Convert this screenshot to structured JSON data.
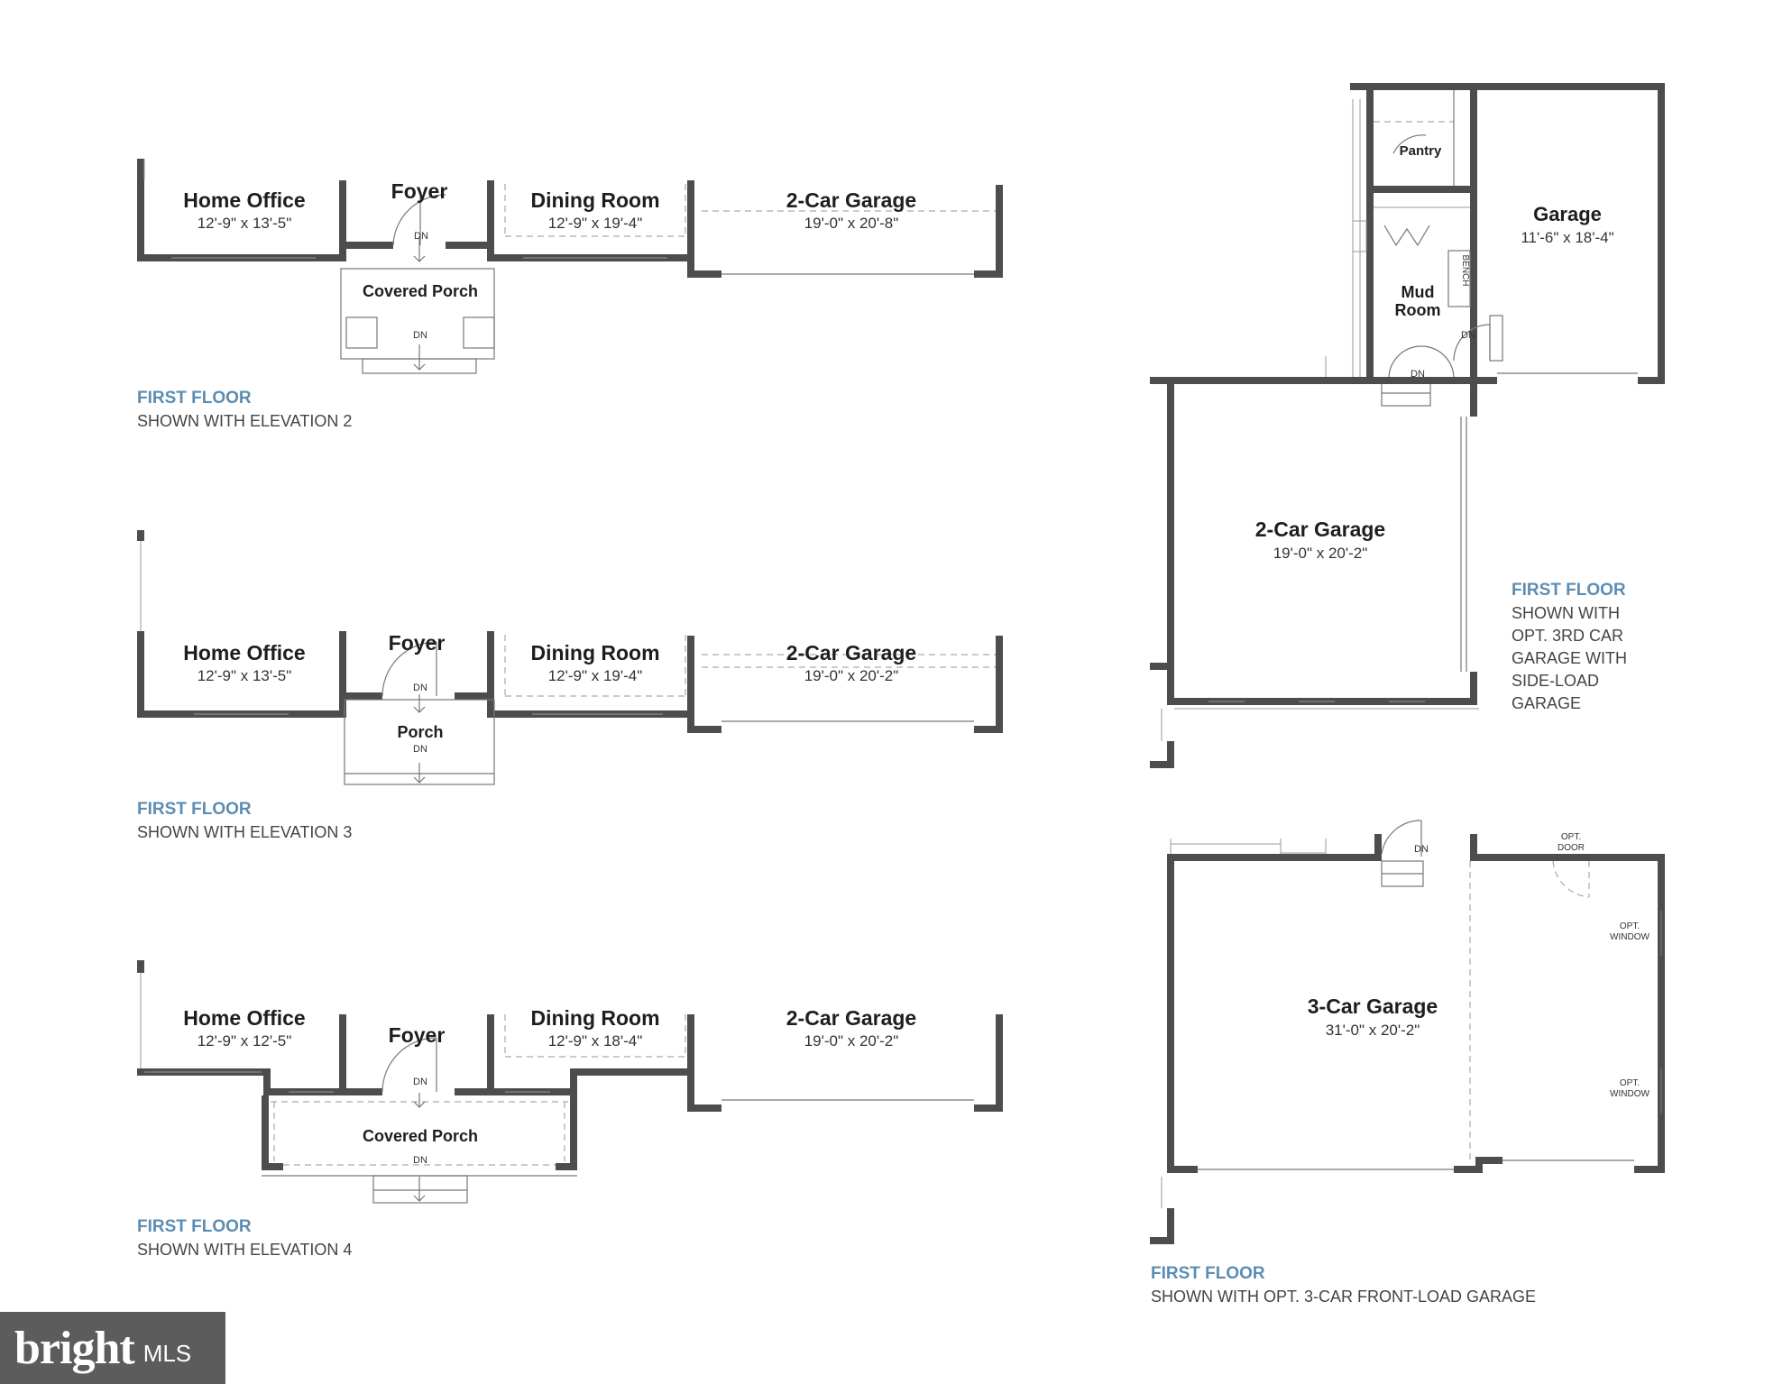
{
  "plans": {
    "elev2": {
      "home_office": {
        "name": "Home Office",
        "dim": "12'-9\" x 13'-5\""
      },
      "foyer": {
        "name": "Foyer",
        "dn": "DN"
      },
      "dining": {
        "name": "Dining Room",
        "dim": "12'-9\" x 19'-4\""
      },
      "garage": {
        "name": "2-Car Garage",
        "dim": "19'-0\" x 20'-8\""
      },
      "porch": {
        "name": "Covered Porch",
        "dn": "DN"
      },
      "caption_title": "FIRST FLOOR",
      "caption_sub": "SHOWN WITH ELEVATION 2"
    },
    "elev3": {
      "home_office": {
        "name": "Home Office",
        "dim": "12'-9\" x 13'-5\""
      },
      "foyer": {
        "name": "Foyer",
        "dn": "DN"
      },
      "dining": {
        "name": "Dining Room",
        "dim": "12'-9\" x 19'-4\""
      },
      "garage": {
        "name": "2-Car Garage",
        "dim": "19'-0\" x 20'-2\""
      },
      "porch": {
        "name": "Porch",
        "dn": "DN"
      },
      "caption_title": "FIRST FLOOR",
      "caption_sub": "SHOWN WITH ELEVATION 3"
    },
    "elev4": {
      "home_office": {
        "name": "Home Office",
        "dim": "12'-9\" x 12'-5\""
      },
      "foyer": {
        "name": "Foyer",
        "dn": "DN"
      },
      "dining": {
        "name": "Dining Room",
        "dim": "12'-9\" x 18'-4\""
      },
      "garage": {
        "name": "2-Car Garage",
        "dim": "19'-0\" x 20'-2\""
      },
      "porch": {
        "name": "Covered Porch",
        "dn": "DN"
      },
      "caption_title": "FIRST FLOOR",
      "caption_sub": "SHOWN WITH ELEVATION 4"
    },
    "sideload": {
      "pantry": "Pantry",
      "garage": {
        "name": "Garage",
        "dim": "11'-6\" x 18'-4\""
      },
      "bench": "BENCH",
      "mud_room": {
        "line1": "Mud",
        "line2": "Room"
      },
      "dn1": "DN",
      "dn2": "DN",
      "garage2": {
        "name": "2-Car Garage",
        "dim": "19'-0\" x 20'-2\""
      },
      "caption_title": "FIRST FLOOR",
      "caption_lines": [
        "SHOWN WITH",
        "OPT. 3RD CAR",
        "GARAGE WITH",
        "SIDE-LOAD",
        "GARAGE"
      ]
    },
    "frontload": {
      "dn": "DN",
      "opt_door": {
        "line1": "OPT.",
        "line2": "DOOR"
      },
      "opt_window1": {
        "line1": "OPT.",
        "line2": "WINDOW"
      },
      "opt_window2": {
        "line1": "OPT.",
        "line2": "WINDOW"
      },
      "garage": {
        "name": "3-Car Garage",
        "dim": "31'-0\" x 20'-2\""
      },
      "caption_title": "FIRST FLOOR",
      "caption_sub": "SHOWN WITH OPT. 3-CAR FRONT-LOAD GARAGE"
    }
  },
  "logo": {
    "brand": "bright",
    "mls": "MLS"
  }
}
